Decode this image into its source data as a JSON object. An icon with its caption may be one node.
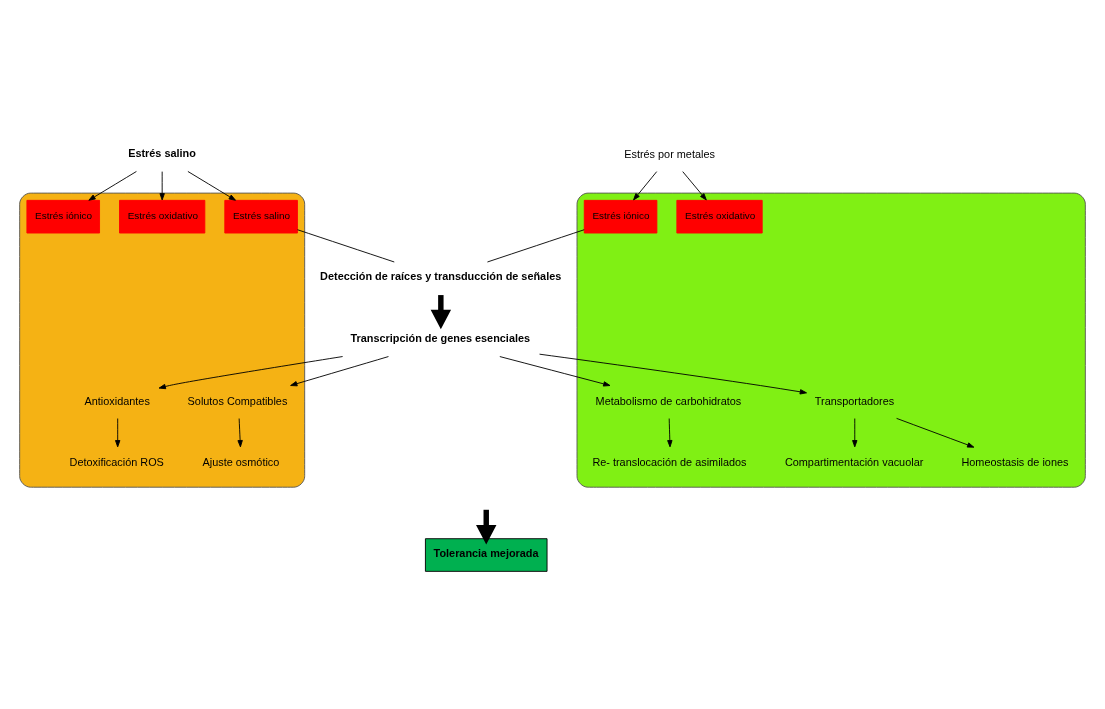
{
  "diagram": {
    "nodes": [
      {
        "text": [
          "Estrés salino"
        ]
      },
      {
        "text": [
          "Estrés por metales"
        ]
      },
      {
        "text": [],
        "shape": "box"
      },
      {
        "text": [],
        "shape": "box"
      },
      {
        "text": [
          "Estrés salino"
        ],
        "in": 2
      },
      {
        "text": [
          "Estrés oxidativo"
        ],
        "in": 2
      },
      {
        "text": [
          "Estrés iónico"
        ],
        "in": 2
      },
      {
        "text": [
          "Estrés oxidativo"
        ],
        "in": 3
      },
      {
        "text": [
          "Estrés iónico"
        ],
        "in": 3
      },
      {
        "text": [
          "Detección de raíces y transducción de señales"
        ]
      },
      {
        "text": [
          "Transcripción de genes esenciales"
        ]
      },
      {
        "text": [
          "Solutos Compatibles"
        ],
        "in": 2
      },
      {
        "text": [
          "Antioxidantes"
        ],
        "in": 2
      },
      {
        "text": [
          "Transportadores"
        ],
        "in": 3
      },
      {
        "text": [
          "Metabolismo de carbohidratos"
        ],
        "in": 3
      },
      {
        "text": [
          "Ajuste osmótico"
        ],
        "in": 2
      },
      {
        "text": [
          "Detoxificación ROS"
        ],
        "in": 2
      },
      {
        "text": [
          "Compartimentación vacuolar"
        ],
        "in": 3
      },
      {
        "text": [
          "Homeostasis de iones"
        ],
        "in": 3
      },
      {
        "text": [
          "Re- translocación de asimilados"
        ],
        "in": 3
      },
      {
        "text": [
          "Tolerancia mejorada"
        ]
      }
    ],
    "edges": [
      {
        "from": 0,
        "to": 4,
        "arrow": "to"
      },
      {
        "from": 0,
        "to": 5,
        "arrow": "to"
      },
      {
        "from": 0,
        "to": 6,
        "arrow": "to"
      },
      {
        "from": 1,
        "to": 7,
        "arrow": "to"
      },
      {
        "from": 1,
        "to": 8,
        "arrow": "to"
      },
      {
        "from": 4,
        "to": 9,
        "arrow": "none"
      },
      {
        "from": 8,
        "to": 9,
        "arrow": "none"
      },
      {
        "from": 9,
        "to": 10,
        "arrow": "to",
        "style": "thick"
      },
      {
        "from": 10,
        "to": 11,
        "arrow": "to"
      },
      {
        "from": 10,
        "to": 12,
        "arrow": "to"
      },
      {
        "from": 10,
        "to": 13,
        "arrow": "to"
      },
      {
        "from": 10,
        "to": 14,
        "arrow": "to"
      },
      {
        "from": 11,
        "to": 15,
        "arrow": "to"
      },
      {
        "from": 12,
        "to": 16,
        "arrow": "to"
      },
      {
        "from": 13,
        "to": 17,
        "arrow": "to"
      },
      {
        "from": 13,
        "to": 18,
        "arrow": "to"
      },
      {
        "from": 14,
        "to": 19,
        "arrow": "to"
      },
      {
        "from": null,
        "to": 20,
        "arrow": "to",
        "style": "thick"
      }
    ]
  }
}
